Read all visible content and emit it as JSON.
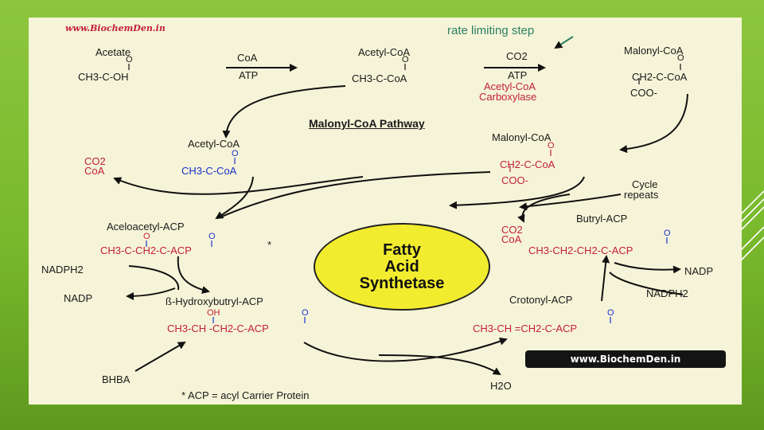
{
  "watermark_top": "www.BiochemDen.in",
  "watermark_bottom": "www.BiochemDen.in",
  "rate_limiting": "rate limiting step",
  "pathway_title": "Malonyl-CoA Pathway",
  "enzyme": {
    "line1": "Fatty",
    "line2": "Acid",
    "line3": "Synthetase"
  },
  "acetate": {
    "name": "Acetate",
    "o": "O",
    "formula": "CH3-C-OH"
  },
  "step1": {
    "top": "CoA",
    "bottom": "ATP"
  },
  "acetyl_coa_top": {
    "name": "Acetyl-CoA",
    "o": "O",
    "formula": "CH3-C-CoA"
  },
  "step2": {
    "top": "CO2",
    "bottom": "ATP",
    "enzyme1": "Acetyl-CoA",
    "enzyme2": "Carboxylase"
  },
  "malonyl_top": {
    "name": "Malonyl-CoA",
    "o": "O",
    "formula": "CH2-C-CoA",
    "coo": "COO-"
  },
  "acetyl_coa_left": {
    "name": "Acetyl-CoA",
    "o": "O",
    "formula": "CH3-C-CoA"
  },
  "malonyl_mid": {
    "name": "Malonyl-CoA",
    "o": "O",
    "formula": "CH2-C-CoA",
    "coo": "COO-"
  },
  "co2_left": {
    "co2": "CO2",
    "coa": "CoA"
  },
  "co2_right": {
    "co2": "CO2",
    "coa": "CoA"
  },
  "cycle": {
    "line1": "Cycle",
    "line2": "repeats"
  },
  "butyryl": {
    "name": "Butryl-ACP",
    "o": "O",
    "formula": "CH3-CH2-CH2-C-ACP"
  },
  "acetoacetyl": {
    "name": "Aceloacetyl-ACP",
    "o1": "O",
    "o2": "O",
    "formula": "CH3-C-CH2-C-ACP",
    "star": "*"
  },
  "nadph_left": "NADPH2",
  "nadp_left": "NADP",
  "nadp_right": "NADP",
  "nadph_right": "NADPH2",
  "hydroxybutyryl": {
    "name": "ß-Hydroxybutryl-ACP",
    "oh": "OH",
    "o": "O",
    "formula": "CH3-CH -CH2-C-ACP"
  },
  "crotonyl": {
    "name": "Crotonyl-ACP",
    "o": "O",
    "formula": "CH3-CH =CH2-C-ACP"
  },
  "bhba": "BHBA",
  "footnote": "* ACP = acyl Carrier Protein",
  "water": "H2O"
}
